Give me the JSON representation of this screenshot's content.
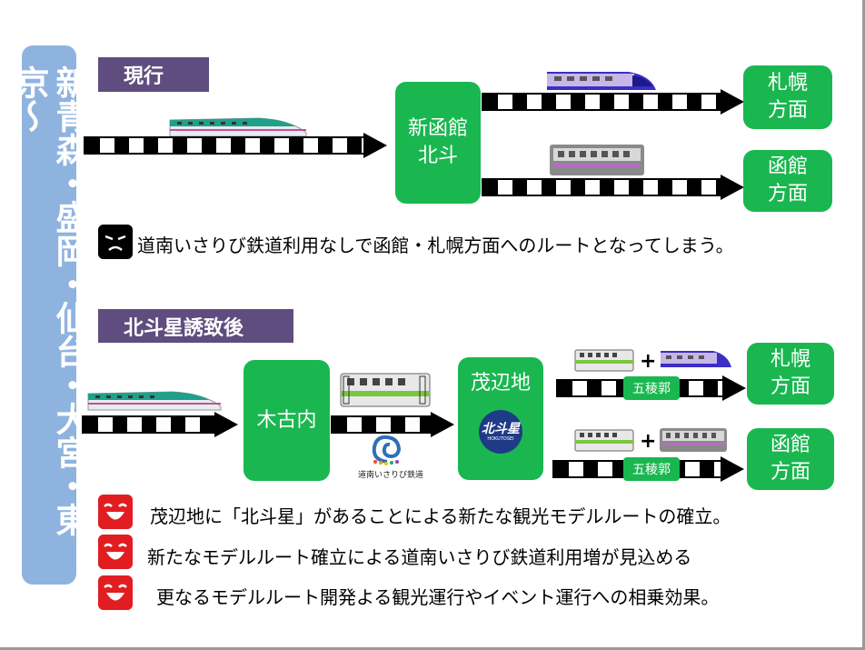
{
  "origin_label": "新青森・盛岡・仙台・大宮・東京〜",
  "current": {
    "section_label": "現行",
    "transfer_station": [
      "新函館",
      "北斗"
    ],
    "dest_top": [
      "札幌",
      "方面"
    ],
    "dest_bottom": [
      "函館",
      "方面"
    ],
    "note": "道南いさりび鉄道利用なしで函館・札幌方面へのルートとなってしまう。"
  },
  "after": {
    "section_label": "北斗星誘致後",
    "station_1": "木古内",
    "station_2": "茂辺地",
    "logo_text": "北斗星",
    "logo_subtext": "HOKUTOSEI",
    "railway_logo_caption": "道南いさりび鉄道",
    "stop_label": "五稜郭",
    "plus_sign": "+",
    "dest_top": [
      "札幌",
      "方面"
    ],
    "dest_bottom": [
      "函館",
      "方面"
    ]
  },
  "benefits": [
    "茂辺地に「北斗星」があることによる新たな観光モデルルートの確立。",
    "新たなモデルルート確立による道南いさりび鉄道利用増が見込める",
    "更なるモデルルート開発よる観光運行やイベント運行への相乗効果。"
  ],
  "colors": {
    "station_green": "#1ab750",
    "section_purple": "#5e4d7e",
    "origin_blue": "#8fb3df",
    "happy_red": "#e21d22"
  }
}
